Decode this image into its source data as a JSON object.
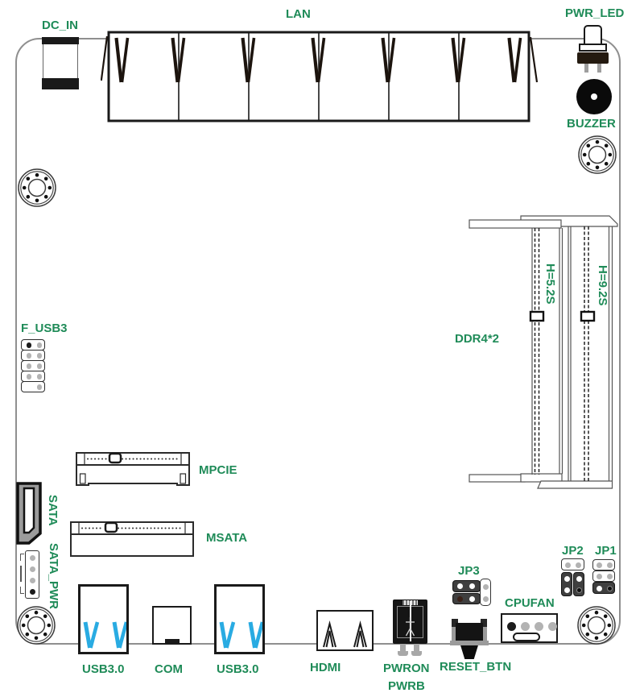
{
  "diagram": {
    "type": "motherboard-connector-layout",
    "labels": {
      "dc_in": "DC_IN",
      "lan": "LAN",
      "pwr_led": "PWR_LED",
      "buzzer": "BUZZER",
      "ddr4": "DDR4*2",
      "h_left": "H=5.2S",
      "h_right": "H=9.2S",
      "f_usb3": "F_USB3",
      "mpcie": "MPCIE",
      "sata": "SATA",
      "msata": "MSATA",
      "sata_pwr": "SATA_PWR",
      "usb3_left": "USB3.0",
      "com": "COM",
      "usb3_right": "USB3.0",
      "hdmi": "HDMI",
      "pwron": "PWRON",
      "pwrb": "PWRB",
      "reset_btn": "RESET_BTN",
      "jp3": "JP3",
      "cpufan": "CPUFAN",
      "jp2": "JP2",
      "jp1": "JP1"
    },
    "counts": {
      "lan_ports": 6,
      "ddr4_slots": 2,
      "mounting_holes": 4,
      "f_usb3_pin_rows": 5,
      "cpufan_pins": 4,
      "sata_pwr_pins": 4
    },
    "colors": {
      "label_green": "#1f8b58",
      "usb_blue": "#29abe2",
      "board_outline_gray": "#8f8f8f",
      "connector_black": "#1a1a1a",
      "pin_gray": "#b3b3b3",
      "jumper_cap_dark": "#3f3f3f"
    }
  }
}
